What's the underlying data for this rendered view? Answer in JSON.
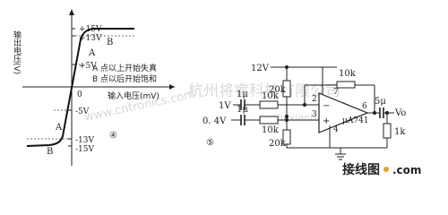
{
  "transfer_curve": {
    "y_axis_label": "输出电压(V)",
    "x_axis_label": "输入电压(mV)",
    "y_ticks": [
      "+15V",
      "+13V",
      "+5V",
      "0",
      "-5V",
      "-13V",
      "-15V"
    ],
    "point_a_upper": "A",
    "point_b_upper": "B",
    "point_a_lower": "A",
    "point_b_lower": "B",
    "note_line1": "A 点以上开始失真",
    "note_line2": "B 点以后开始饱和",
    "figure_number": "④"
  },
  "circuit": {
    "figure_number": "⑤",
    "supply": "12V",
    "input1": "1V",
    "input2": "0. 4V",
    "cap1": "1μ",
    "cap2": "1μ",
    "r_in1": "10k",
    "r_in2": "10k",
    "r_top": "20k",
    "r_bottom": "20k",
    "r_feedback": "10k",
    "cap_out": "5μ",
    "r_load": "1k",
    "pin2": "2",
    "pin3": "3",
    "pin4": "4",
    "pin6": "6",
    "pin7": "7",
    "opamp_part": "μA741",
    "output_label": "Vo"
  },
  "watermark": {
    "line1": "杭州将睿科技有限公司",
    "line2": "www.cntronics.com",
    "line3": "jiexiantu"
  },
  "logo": {
    "cn_text": "接线图",
    "dot_com": ".com"
  }
}
